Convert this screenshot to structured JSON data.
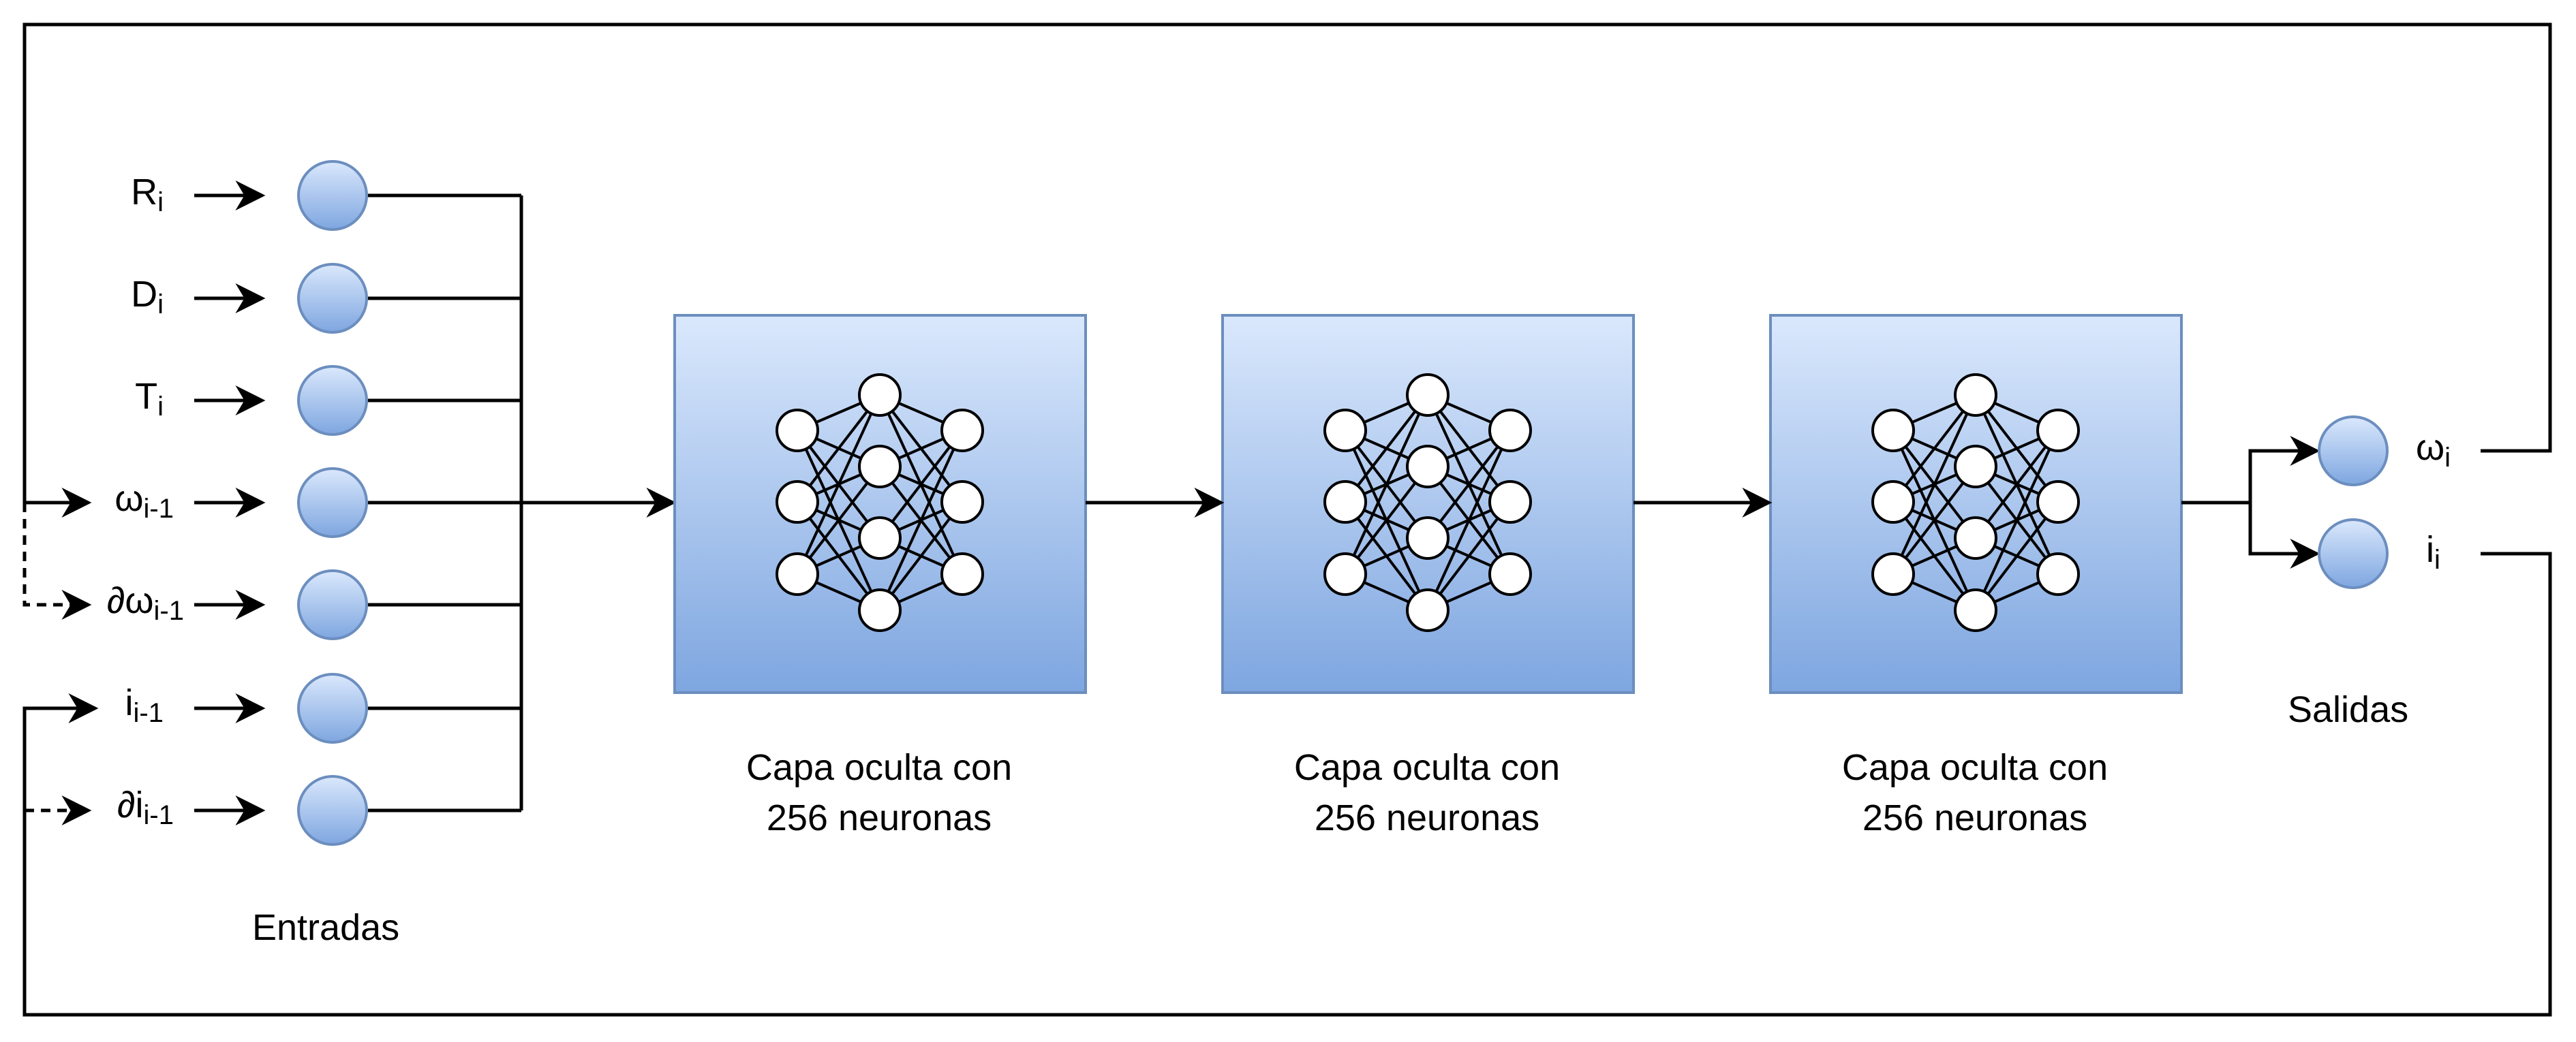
{
  "inputs": {
    "title": "Entradas",
    "items": [
      {
        "base": "R",
        "sub": "i"
      },
      {
        "base": "D",
        "sub": "i"
      },
      {
        "base": "T",
        "sub": "i"
      },
      {
        "base": "ω",
        "sub": "i-1"
      },
      {
        "base": "∂ω",
        "sub": "i-1"
      },
      {
        "base": "i",
        "sub": "i-1"
      },
      {
        "base": "∂i",
        "sub": "i-1"
      }
    ]
  },
  "layers": [
    {
      "line1": "Capa oculta con",
      "line2": "256 neuronas"
    },
    {
      "line1": "Capa oculta con",
      "line2": "256 neuronas"
    },
    {
      "line1": "Capa oculta con",
      "line2": "256 neuronas"
    }
  ],
  "outputs": {
    "title": "Salidas",
    "items": [
      {
        "base": "ω",
        "sub": "i"
      },
      {
        "base": "i",
        "sub": "i"
      }
    ]
  },
  "colors": {
    "node_top": "#dae8fc",
    "node_bottom": "#7ea6e0",
    "node_stroke": "#6c8ebf",
    "line": "#000000"
  }
}
